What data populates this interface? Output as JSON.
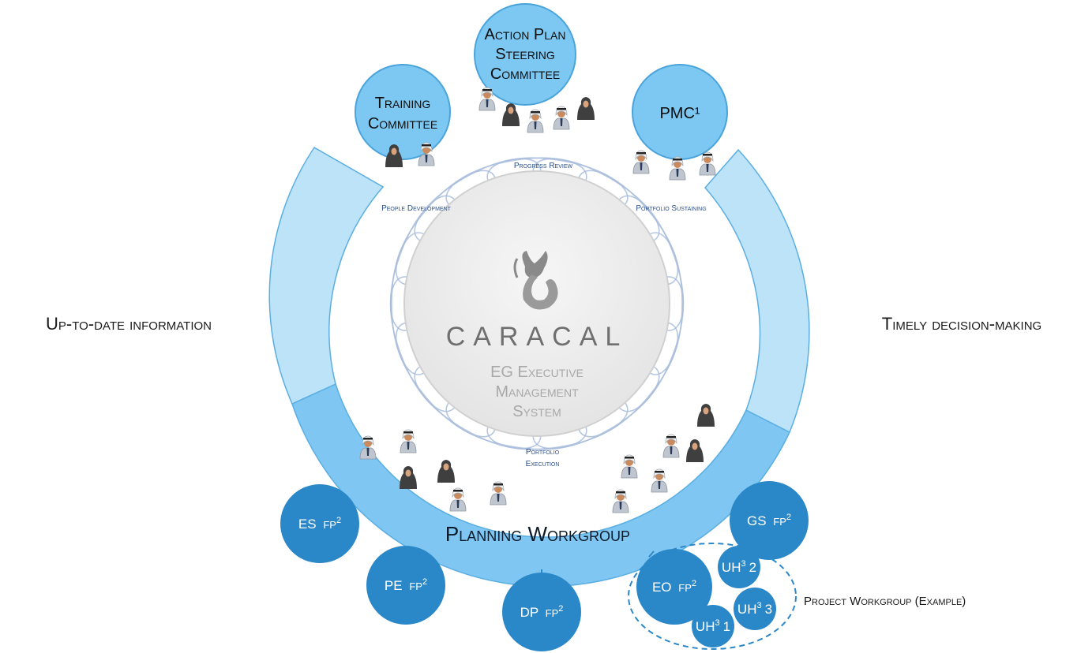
{
  "side_labels": {
    "left": "Up-to-date information",
    "right": "Timely decision-making"
  },
  "top_bubbles": {
    "training": [
      "Training",
      "Committee"
    ],
    "action_plan": [
      "Action Plan",
      "Steering",
      "Committee"
    ],
    "pmc": "PMC¹"
  },
  "ring_labels": {
    "progress_review": "Progress Review",
    "people_development": "People Development",
    "portfolio_sustaining": "Portfolio Sustaining",
    "portfolio_execution": [
      "Portfolio",
      "Execution"
    ]
  },
  "center": {
    "brand": "CARACAL",
    "subtitle": [
      "EG Executive",
      "Management",
      "System"
    ]
  },
  "planning_workgroup": "Planning Workgroup",
  "fp_nodes": {
    "es": {
      "name": "ES",
      "suffix": "FP",
      "sup": "2"
    },
    "pe": {
      "name": "PE",
      "suffix": "FP",
      "sup": "2"
    },
    "dp": {
      "name": "DP",
      "suffix": "FP",
      "sup": "2"
    },
    "eo": {
      "name": "EO",
      "suffix": "FP",
      "sup": "2"
    },
    "gs": {
      "name": "GS",
      "suffix": "FP",
      "sup": "2"
    }
  },
  "uh_nodes": {
    "uh2": {
      "prefix": "UH",
      "sup": "3",
      "num": "2"
    },
    "uh3": {
      "prefix": "UH",
      "sup": "3",
      "num": "3"
    },
    "uh1": {
      "prefix": "UH",
      "sup": "3",
      "num": "1"
    }
  },
  "project_workgroup": "Project Workgroup (Example)",
  "colors": {
    "bubble_light": "#7cc8f2",
    "bubble_stroke": "#4aa4db",
    "ring_pale": "#bde3f9",
    "ring_mid": "#7fc6f2",
    "node_dark": "#2b88c8",
    "center_fill": "#ececec",
    "orbit": "#9fb7d9"
  }
}
